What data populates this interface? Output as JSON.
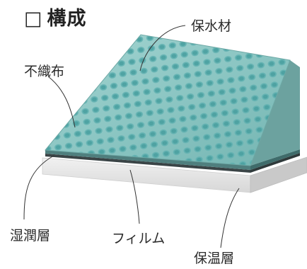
{
  "title": {
    "box": "□",
    "text": "構成"
  },
  "labels": {
    "water_retaining": "保水材",
    "nonwoven": "不織布",
    "moist_layer": "湿潤層",
    "film": "フィルム",
    "insulation_layer": "保温層"
  }
}
